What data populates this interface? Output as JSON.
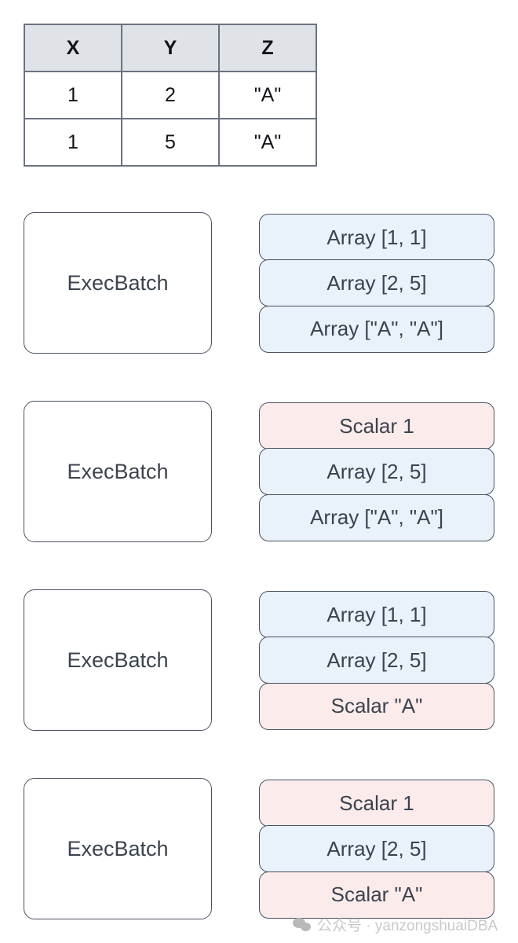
{
  "table": {
    "headers": [
      "X",
      "Y",
      "Z"
    ],
    "rows": [
      [
        "1",
        "2",
        "\"A\""
      ],
      [
        "1",
        "5",
        "\"A\""
      ]
    ]
  },
  "colors": {
    "array_fill": "#e9f1fb",
    "scalar_fill": "#fcebeb",
    "border": "#4a5260",
    "table_header_fill": "#dfe3e8",
    "text": "#3b434e"
  },
  "blocks": [
    {
      "label": "ExecBatch",
      "chips": [
        {
          "text": "Array [1, 1]",
          "kind": "array"
        },
        {
          "text": "Array [2, 5]",
          "kind": "array"
        },
        {
          "text": "Array [\"A\", \"A\"]",
          "kind": "array"
        }
      ]
    },
    {
      "label": "ExecBatch",
      "chips": [
        {
          "text": "Scalar 1",
          "kind": "scalar"
        },
        {
          "text": "Array [2, 5]",
          "kind": "array"
        },
        {
          "text": "Array [\"A\", \"A\"]",
          "kind": "array"
        }
      ]
    },
    {
      "label": "ExecBatch",
      "chips": [
        {
          "text": "Array [1, 1]",
          "kind": "array"
        },
        {
          "text": "Array [2, 5]",
          "kind": "array"
        },
        {
          "text": "Scalar \"A\"",
          "kind": "scalar"
        }
      ]
    },
    {
      "label": "ExecBatch",
      "chips": [
        {
          "text": "Scalar 1",
          "kind": "scalar"
        },
        {
          "text": "Array [2, 5]",
          "kind": "array"
        },
        {
          "text": "Scalar \"A\"",
          "kind": "scalar"
        }
      ]
    }
  ],
  "watermark": {
    "icon": "wechat-icon",
    "text": "公众号 · yanzongshuaiDBA"
  }
}
